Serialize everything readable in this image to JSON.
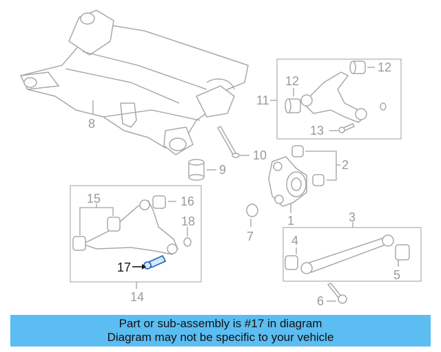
{
  "callouts": {
    "n1": "1",
    "n2": "2",
    "n3": "3",
    "n4": "4",
    "n5": "5",
    "n6": "6",
    "n7": "7",
    "n8": "8",
    "n9": "9",
    "n10": "10",
    "n11": "11",
    "n12a": "12",
    "n12b": "12",
    "n13": "13",
    "n14": "14",
    "n15": "15",
    "n16": "16",
    "n17": "17",
    "n18": "18"
  },
  "highlighted_part": "17",
  "colors": {
    "banner": "#5bbdf2",
    "highlight_fill": "#cfe9ff",
    "highlight_stroke": "#1f5fa8",
    "line_art": "#a8a8a8"
  },
  "banner": {
    "line1": "Part or sub-assembly is #17 in diagram",
    "line2": "Diagram may not be specific to your vehicle"
  }
}
